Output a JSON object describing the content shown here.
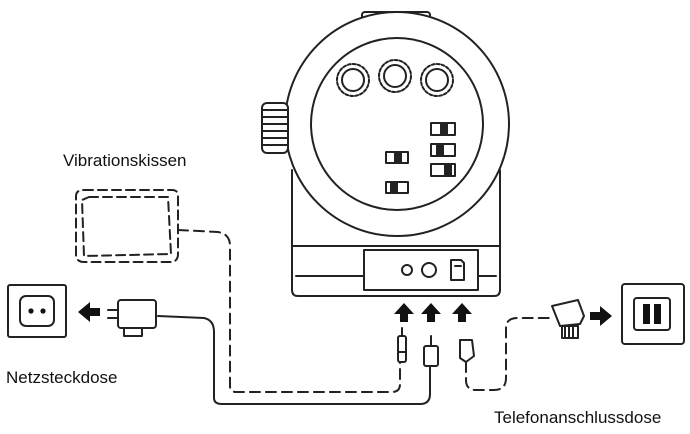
{
  "labels": {
    "vibration_pad": "Vibrationskissen",
    "power_socket": "Netzsteckdose",
    "phone_jack": "Telefonanschlussdose"
  },
  "colors": {
    "stroke": "#222222",
    "fill": "#ffffff"
  }
}
